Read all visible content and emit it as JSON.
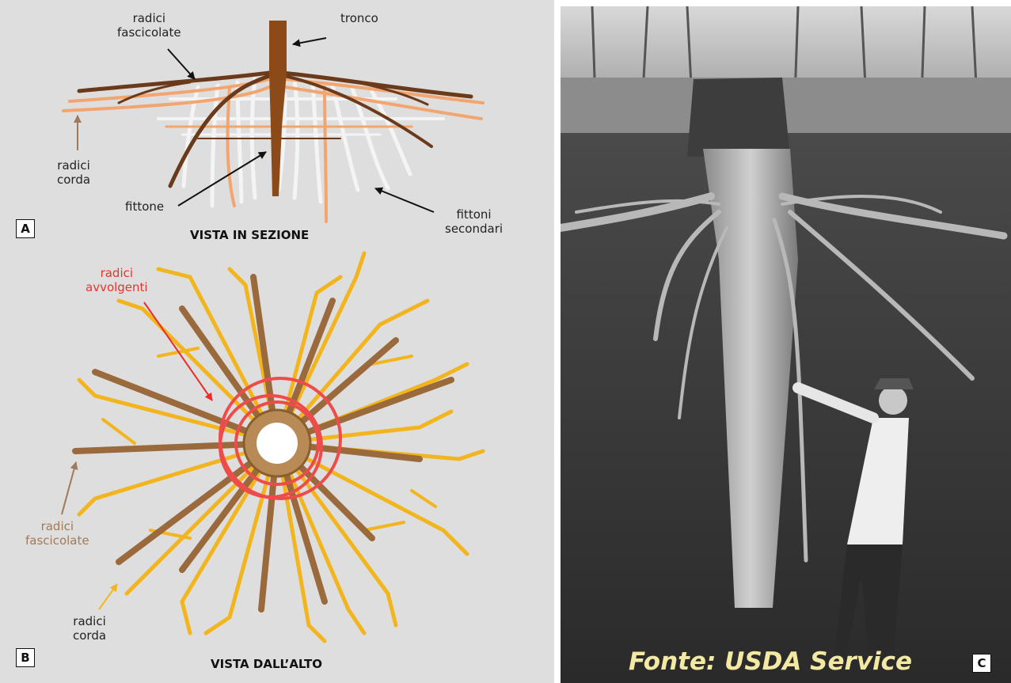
{
  "panel_a": {
    "badge": "A",
    "title": "VISTA IN SEZIONE",
    "labels": {
      "tronco": "tronco",
      "radici_fascicolate_line1": "radici",
      "radici_fascicolate_line2": "fascicolate",
      "radici_corda_line1": "radici",
      "radici_corda_line2": "corda",
      "fittone": "fittone",
      "fittoni_secondari_line1": "fittoni",
      "fittoni_secondari_line2": "secondari"
    }
  },
  "panel_b": {
    "badge": "B",
    "title": "VISTA DALL’ALTO",
    "labels": {
      "radici_avvolgenti_line1": "radici",
      "radici_avvolgenti_line2": "avvolgenti",
      "radici_fascicolate_line1": "radici",
      "radici_fascicolate_line2": "fascicolate",
      "radici_corda_line1": "radici",
      "radici_corda_line2": "corda"
    }
  },
  "panel_c": {
    "badge": "C",
    "credit": "Fonte: USDA Service"
  },
  "colors": {
    "background": "#dedede",
    "trunk_brown": "#8b4a17",
    "fascicolate_brown": "#6b3a1a",
    "corda_orange": "#f2a56f",
    "fittoni_grey": "#f4f4f4",
    "fascicolate_topview": "#9a6a3c",
    "corda_yellow": "#f2b51e",
    "avvolgenti_red": "#ee4b4b",
    "credit_text": "#f3e9a2"
  }
}
